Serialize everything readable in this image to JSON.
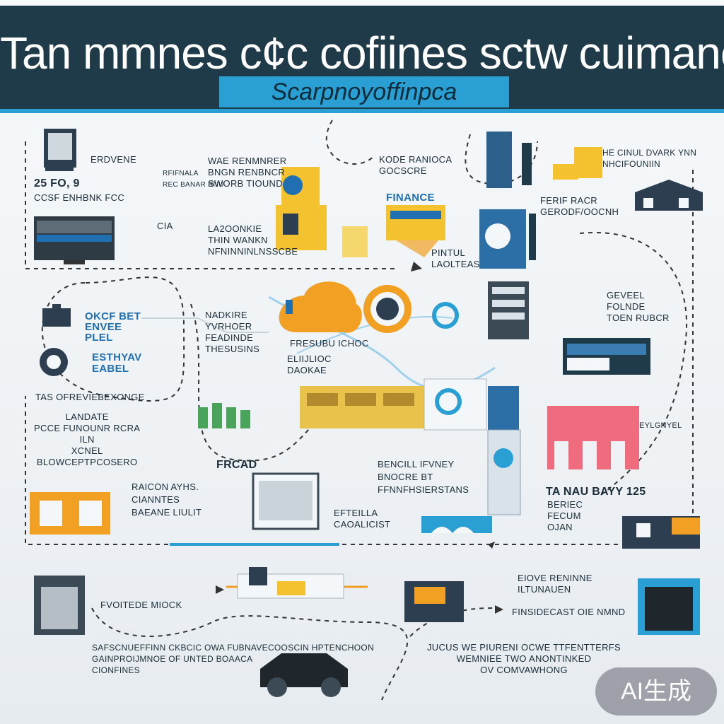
{
  "header": {
    "title": "Tan mmnes c¢c cofiines sctw cuimane:",
    "subtitle": "Scarpnoyoffinpca"
  },
  "labels": {
    "l01": "25 Fo, 9",
    "l02": "CCSF ENHBNK FCC",
    "l03": "ERDVENE",
    "l04": "CIA",
    "l05": "WAE RENMNRER\nBNGN RENBNCR\nSWORB TIOUND",
    "l06": "LA2OONKIE\nTHIN WANKN\nNFNINNINLNSSCBE",
    "l07": "RFIFNALA\nREC BANAR RNU",
    "l08": "KODE RANIOCA\nGOCSCRE",
    "l09": "FINANCE",
    "l10": "PINTUL\nLAOLTEAS",
    "l11": "HE CINUL DVARK YNN\nNHCIFOUNIIN",
    "l12": "FERIF RACR\nGERODF/OOCNH",
    "l13": "OKCF BET\nENVEE\nPLEL",
    "l14": "ESTHYAV\nEABEL",
    "l15": "TAS OFREVIEBEXONGE",
    "l16": "LANDATE\nPCCE FUNOUNR RCRA\nILN\nXCNEL\nBLOWCEPTPCOSERO",
    "l17": "NADKIRE\nYVRHOER\nFEADINDE\nTHESUSINS",
    "l18": "FRESUBU ICHOC",
    "l19": "ELIIJLIOC\nDAOKAE",
    "l20": "GEVEEL\nFOLNDE\nTOEN RUBCR",
    "l21": "EYLGNYEL",
    "l22": "FRCAD",
    "l23": "RAICON AYHS.\nCIANNTES\nBAEANE LIULIT",
    "l24": "EFTEILLA\nCAOALICIST",
    "l25": "BENCILL IFVNEY\nBNOCRE BT\nFFNNFHSIERSTANS",
    "l26": "TA NAU BAYY 125",
    "l27": "BERIEC\nFECUM\nOJAN",
    "l28": "FVOITEDE MIOCK",
    "l29": "EIOVE RENINNE\nILTUNAUEN",
    "l30": "FINSIDECAST OIE NMND",
    "l31": "SAFSCNUEFFINN CKBCIC OWA FUBNAVECOOSCIN HPTENCHOON\nGAINPROIJMNOE OF UNTED BOAACA\nCIONFINES",
    "l32": "JUCUS WE PIURENI OCWE TTFENTTERFS\nWEMNIEE TWO ANONTINKED\nOV COMVAWHONG"
  },
  "badge": {
    "text": "AI生成"
  },
  "colors": {
    "header_bg": "#1f3a48",
    "accent_blue": "#2a9fd4",
    "orange": "#f2a024",
    "yellow": "#f3c22e",
    "pink": "#ef6b7e",
    "green": "#4aa35a"
  },
  "icons": [
    "monitor-icon",
    "tv-screen-icon",
    "gear-building-icon",
    "power-plant-icon",
    "industrial-unit-icon",
    "factory-icon",
    "house-icon",
    "phone-icon",
    "camera-icon",
    "cloud-brain-icon",
    "globe-icon",
    "harbor-icon",
    "container-ship-icon",
    "train-icon",
    "skyscraper-icon",
    "pink-factory-icon",
    "house-icon",
    "spreadsheet-icon",
    "bridge-icon",
    "server-icon",
    "house-icon",
    "church-icon",
    "conveyor-icon",
    "truck-icon",
    "car-icon",
    "gallery-icon",
    "person-icon",
    "flag-icon",
    "drop-icon",
    "cat-icon",
    "book-icon"
  ]
}
